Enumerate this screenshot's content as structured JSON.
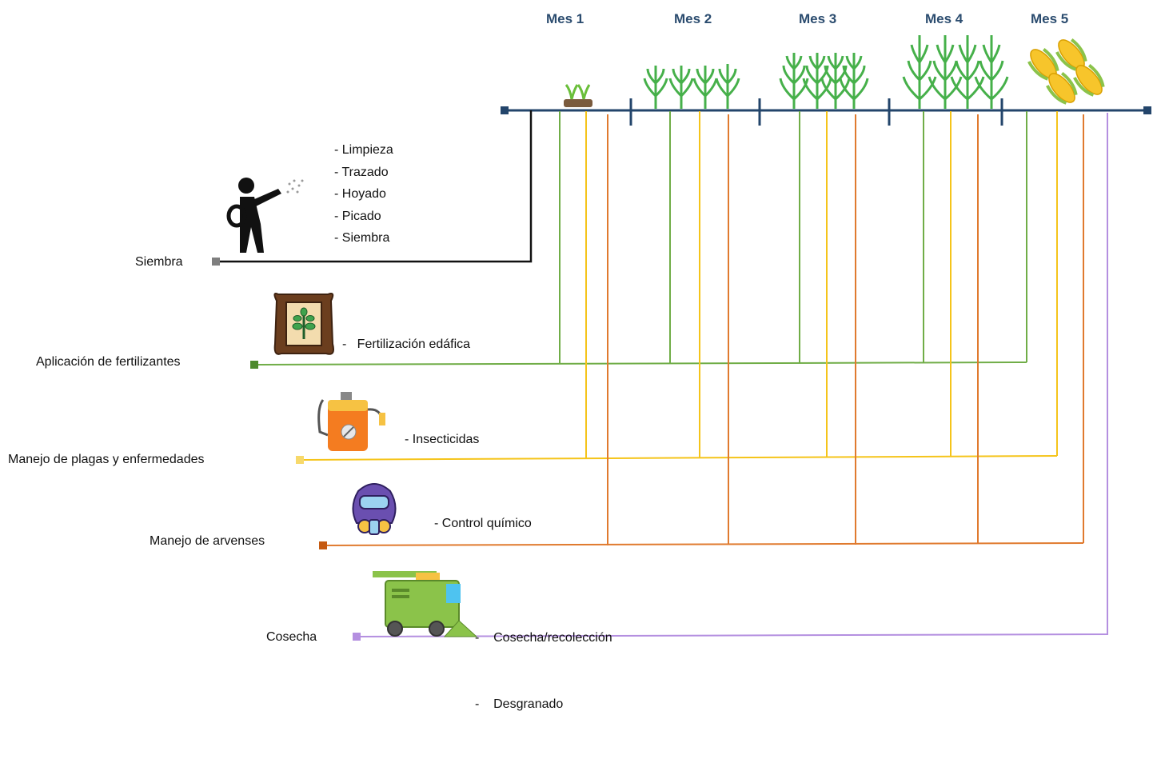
{
  "months": [
    "Mes 1",
    "Mes 2",
    "Mes 3",
    "Mes 4",
    "Mes 5"
  ],
  "activities": [
    {
      "id": "siembra",
      "label": "Siembra",
      "color": "#7f7f7f",
      "tasks": [
        "- Limpieza",
        "- Trazado",
        "- Hoyado",
        "- Picado",
        "- Siembra"
      ],
      "icon": "farmer-sowing-icon"
    },
    {
      "id": "fertilizantes",
      "label": "Aplicación de fertilizantes",
      "color": "#70ad47",
      "tasks": [
        "-   Fertilización edáfica"
      ],
      "icon": "fertilizer-sack-icon"
    },
    {
      "id": "plagas",
      "label": "Manejo de plagas y enfermedades",
      "color": "#f5c41a",
      "tasks": [
        "- Insecticidas"
      ],
      "icon": "sprayer-icon"
    },
    {
      "id": "arvenses",
      "label": "Manejo de arvenses",
      "color": "#e07a2e",
      "tasks": [
        "- Control químico"
      ],
      "icon": "gas-mask-icon"
    },
    {
      "id": "cosecha",
      "label": "Cosecha",
      "color": "#b48fe0",
      "tasks": [
        "-    Cosecha/recolección",
        "-    Desgranado"
      ],
      "icon": "combine-harvester-icon"
    }
  ],
  "colors": {
    "timeline": "#23456b",
    "month_text": "#2b4c6f"
  }
}
